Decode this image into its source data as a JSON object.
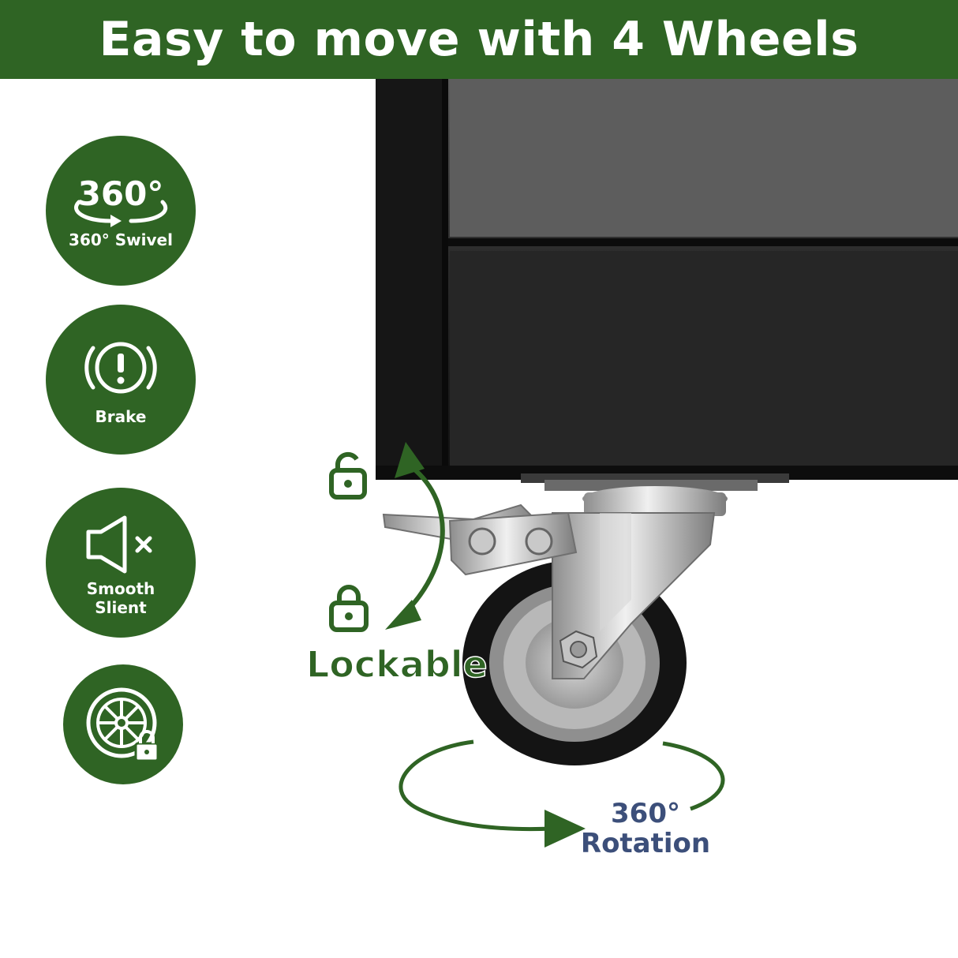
{
  "banner": {
    "title": "Easy to move with 4 Wheels"
  },
  "features": [
    {
      "label": "360° Swivel",
      "icon": "360-swivel-icon"
    },
    {
      "label": "Brake",
      "icon": "brake-warning-icon"
    },
    {
      "label": "Smooth\nSlient",
      "icon": "speaker-mute-icon"
    },
    {
      "label": "",
      "icon": "wheel-lock-icon"
    }
  ],
  "icon_text": {
    "swivel_number": "360°"
  },
  "callouts": {
    "lockable": "Lockable",
    "rotation_line1": "360°",
    "rotation_line2": "Rotation"
  },
  "colors": {
    "brand_green": "#2f6424",
    "rotation_blue": "#3c4f7a",
    "cabinet_black": "#1d1d1d",
    "steel": "#c9c9c9"
  }
}
